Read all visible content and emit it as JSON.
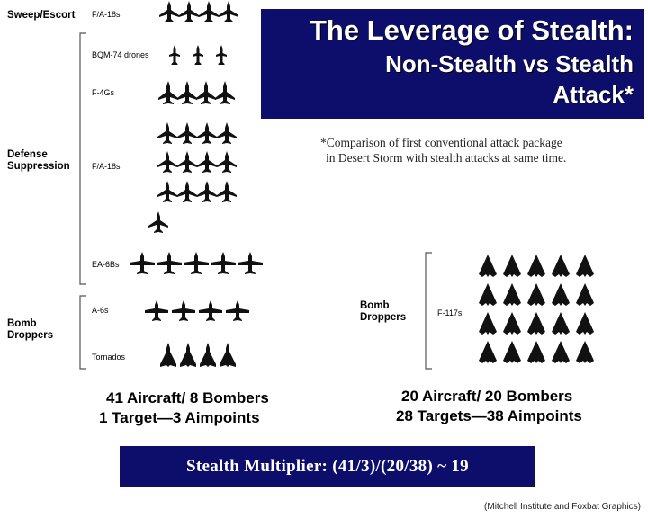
{
  "title": {
    "line1": "The Leverage of Stealth:",
    "line2": "Non-Stealth vs Stealth",
    "line3": "Attack*"
  },
  "footnote": {
    "line1": "*Comparison of first conventional attack package",
    "line2": "in Desert Storm with stealth attacks at same time."
  },
  "left_package": {
    "groups": {
      "sweep_escort": "Sweep/Escort",
      "defense_suppression_line1": "Defense",
      "defense_suppression_line2": "Suppression",
      "bomb_droppers_line1": "Bomb",
      "bomb_droppers_line2": "Droppers"
    },
    "aircraft": {
      "fa18_top": {
        "label": "F/A-18s",
        "count": 4
      },
      "bqm74": {
        "label": "BQM-74 drones",
        "count": 3
      },
      "f4g": {
        "label": "F-4Gs",
        "count": 4
      },
      "fa18_mid": {
        "label": "F/A-18s",
        "count": 13
      },
      "ea6b": {
        "label": "EA-6Bs",
        "count": 5
      },
      "a6": {
        "label": "A-6s",
        "count": 4
      },
      "tornado": {
        "label": "Tornados",
        "count": 4
      }
    },
    "summary_line1": "41 Aircraft/ 8 Bombers",
    "summary_line2": "1 Target—3 Aimpoints"
  },
  "right_package": {
    "group_line1": "Bomb",
    "group_line2": "Droppers",
    "aircraft": {
      "label": "F-117s",
      "count": 20
    },
    "summary_line1": "20 Aircraft/ 20 Bombers",
    "summary_line2": "28 Targets—38 Aimpoints"
  },
  "multiplier": "Stealth Multiplier: (41/3)/(20/38) ~ 19",
  "credit": "(Mitchell Institute and Foxbat Graphics)",
  "colors": {
    "title_bg": "#0d0d6b",
    "aircraft": "#111111"
  },
  "icons": {
    "fighter": "jet-fighter-icon",
    "drone": "drone-icon",
    "f4g": "f4g-jet-icon",
    "ea6b": "ea6b-jet-icon",
    "a6": "a6-jet-icon",
    "tornado": "tornado-jet-icon",
    "f117": "f117-stealth-icon"
  }
}
